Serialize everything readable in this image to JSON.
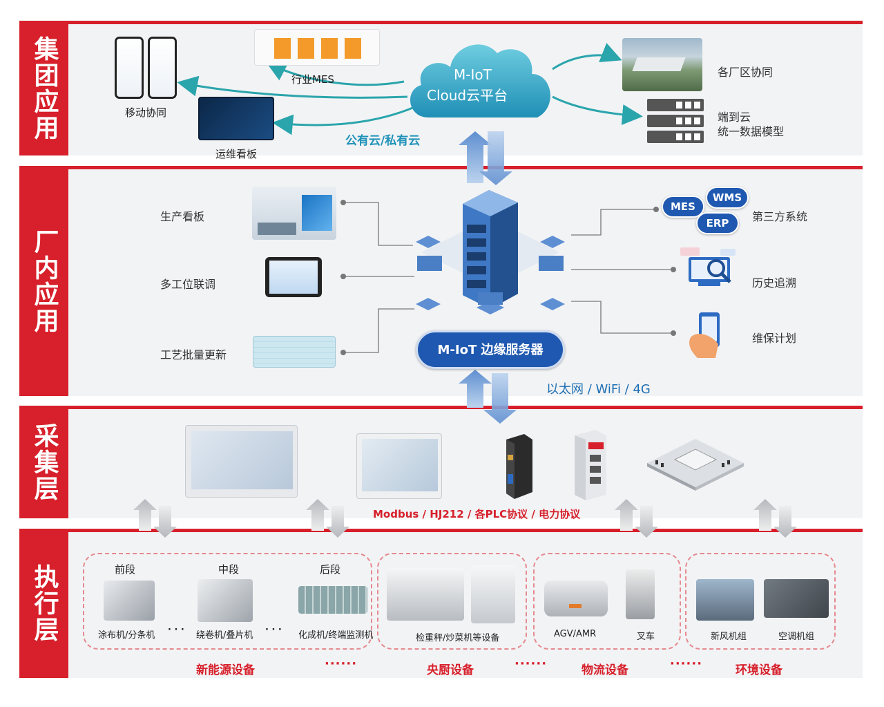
{
  "tiers": {
    "group": "集团应用",
    "factory": "厂内应用",
    "collect": "采集层",
    "execute": "执行层"
  },
  "cloud": {
    "line1": "M-IoT",
    "line2": "Cloud云平台",
    "type": "公有云/私有云"
  },
  "group_apps": {
    "mes": "行业MES",
    "mobile": "移动协同",
    "ops": "运维看板",
    "plants": "各厂区协同",
    "model_l1": "端到云",
    "model_l2": "统一数据模型"
  },
  "edge": {
    "name": "M-IoT 边缘服务器",
    "network": "以太网 / WiFi / 4G"
  },
  "factory_left": {
    "board": "生产看板",
    "multi": "多工位联调",
    "batch": "工艺批量更新"
  },
  "factory_right": {
    "third": "第三方系统",
    "trace": "历史追溯",
    "maint": "维保计划"
  },
  "systems": {
    "mes": "MES",
    "wms": "WMS",
    "erp": "ERP"
  },
  "protocols": "Modbus / HJ212 / 各PLC协议 / 电力协议",
  "ev": {
    "front": "前段",
    "mid": "中段",
    "back": "后段",
    "m1": "涂布机/分条机",
    "m2": "绕卷机/叠片机",
    "m3": "化成机/终端监测机",
    "sep": "· · ·"
  },
  "kitchen": {
    "m1": "检重秤/炒菜机等设备"
  },
  "logistics": {
    "m1": "AGV/AMR",
    "m2": "叉车"
  },
  "env": {
    "m1": "新风机组",
    "m2": "空调机组"
  },
  "groups": {
    "ev": "新能源设备",
    "kitchen": "央厨设备",
    "logistics": "物流设备",
    "env": "环境设备",
    "more": "······"
  },
  "colors": {
    "accent": "#d7202b",
    "navy": "#1f58b0",
    "teal": "#2aa5ac"
  }
}
